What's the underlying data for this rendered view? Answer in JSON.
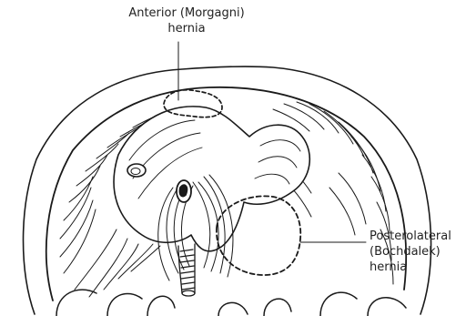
{
  "labels": {
    "anterior": {
      "line1": "Anterior (Morgagni)",
      "line2": "hernia"
    },
    "posterolateral": {
      "line1": "Posterolateral",
      "line2": "(Bochdalek)",
      "line3": "hernia"
    }
  },
  "colors": {
    "ink": "#1a1a1a",
    "background": "#ffffff"
  }
}
